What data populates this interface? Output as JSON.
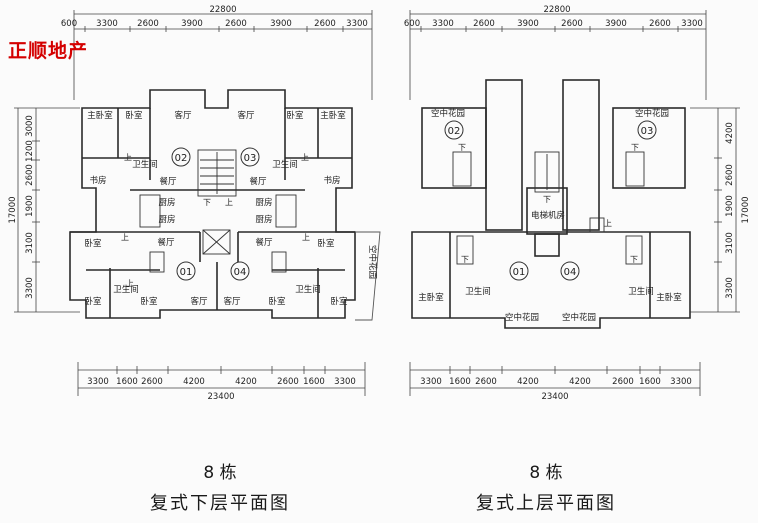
{
  "brand": "正顺地产",
  "plans": [
    {
      "id": "lower",
      "building": "8 栋",
      "title": "复式下层平面图",
      "top_total": "22800",
      "top_dims": [
        "600",
        "3300",
        "2600",
        "3900",
        "2600",
        "3900",
        "2600",
        "3300"
      ],
      "bottom_total": "23400",
      "bottom_dims": [
        "3300",
        "1600",
        "2600",
        "4200",
        "4200",
        "2600",
        "1600",
        "3300"
      ],
      "left_total": "17000",
      "left_dims": [
        "3000",
        "1200",
        "2600",
        "1900",
        "3100",
        "3300"
      ],
      "units": [
        "02",
        "03",
        "01",
        "04"
      ],
      "rooms": [
        "主卧室",
        "卧室",
        "客厅",
        "客厅",
        "卧室",
        "主卧室",
        "卫生间",
        "卫生间",
        "书房",
        "餐厅",
        "餐厅",
        "书房",
        "厨房",
        "厨房",
        "厨房",
        "厨房",
        "卧室",
        "餐厅",
        "餐厅",
        "卧室",
        "卧室",
        "卫生间",
        "卧室",
        "客厅",
        "客厅",
        "卧室",
        "卫生间",
        "卧室",
        "空中花园"
      ],
      "stair_marks": [
        "上",
        "上",
        "下",
        "上",
        "上",
        "上",
        "上"
      ]
    },
    {
      "id": "upper",
      "building": "8 栋",
      "title": "复式上层平面图",
      "top_total": "22800",
      "top_dims": [
        "600",
        "3300",
        "2600",
        "3900",
        "2600",
        "3900",
        "2600",
        "3300"
      ],
      "bottom_total": "23400",
      "bottom_dims": [
        "3300",
        "1600",
        "2600",
        "4200",
        "4200",
        "2600",
        "1600",
        "3300"
      ],
      "right_total": "17000",
      "right_dims": [
        "4200",
        "2600",
        "1900",
        "3100",
        "3300"
      ],
      "units": [
        "02",
        "03",
        "01",
        "04"
      ],
      "rooms": [
        "空中花园",
        "空中花园",
        "电梯机房",
        "主卧室",
        "卫生间",
        "卫生间",
        "主卧室",
        "空中花园",
        "空中花园"
      ],
      "stair_marks": [
        "下",
        "下",
        "下",
        "上",
        "下",
        "下"
      ]
    }
  ]
}
